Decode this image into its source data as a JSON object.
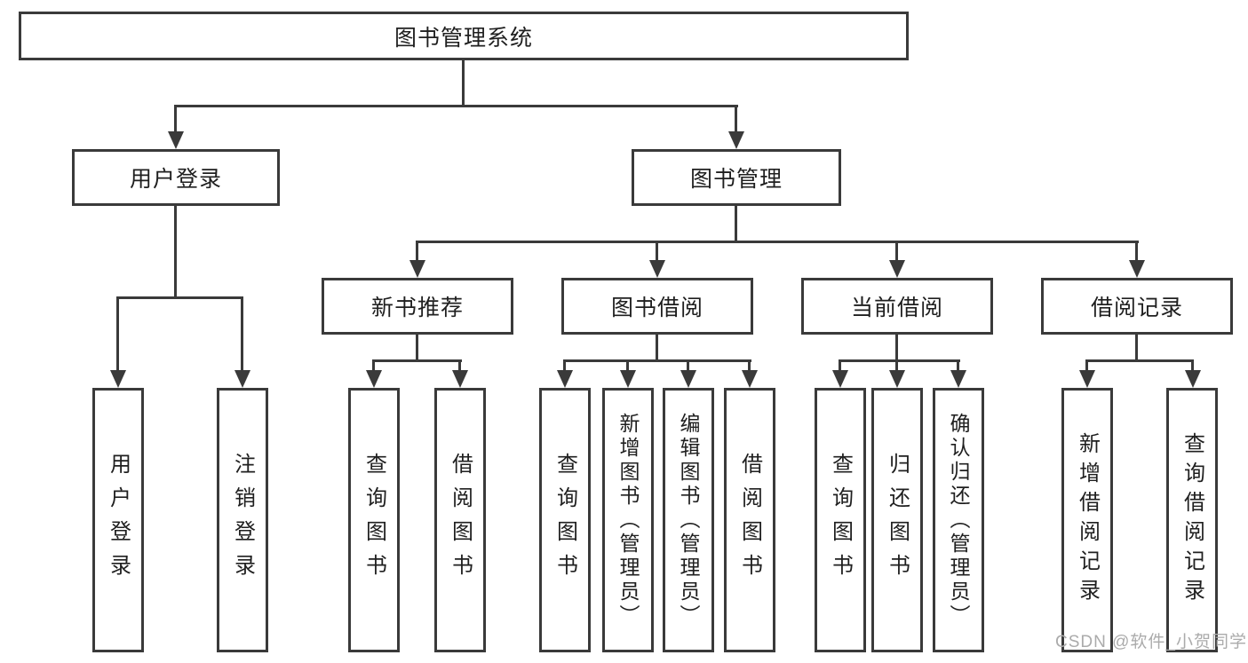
{
  "diagram": {
    "root": {
      "label": "图书管理系统"
    },
    "level2": [
      {
        "label": "用户登录"
      },
      {
        "label": "图书管理"
      }
    ],
    "level3": [
      {
        "label": "新书推荐"
      },
      {
        "label": "图书借阅"
      },
      {
        "label": "当前借阅"
      },
      {
        "label": "借阅记录"
      }
    ],
    "leaves": {
      "user_login": [
        "用户登录",
        "注销登录"
      ],
      "new_books": [
        "查询图书",
        "借阅图书"
      ],
      "book_borrow": [
        "查询图书",
        "新增图书（管理员）",
        "编辑图书（管理员）",
        "借阅图书"
      ],
      "current_borrow": [
        "查询图书",
        "归还图书",
        "确认归还（管理员）"
      ],
      "borrow_records": [
        "新增借阅记录",
        "查询借阅记录"
      ]
    }
  },
  "watermark": {
    "text": "CSDN @软件_小贺同学"
  },
  "colors": {
    "line": "#3a3a3a",
    "text": "#1f1f1f",
    "box_fill": "#ffffff",
    "watermark": "#ababab",
    "background": "#ffffff"
  }
}
